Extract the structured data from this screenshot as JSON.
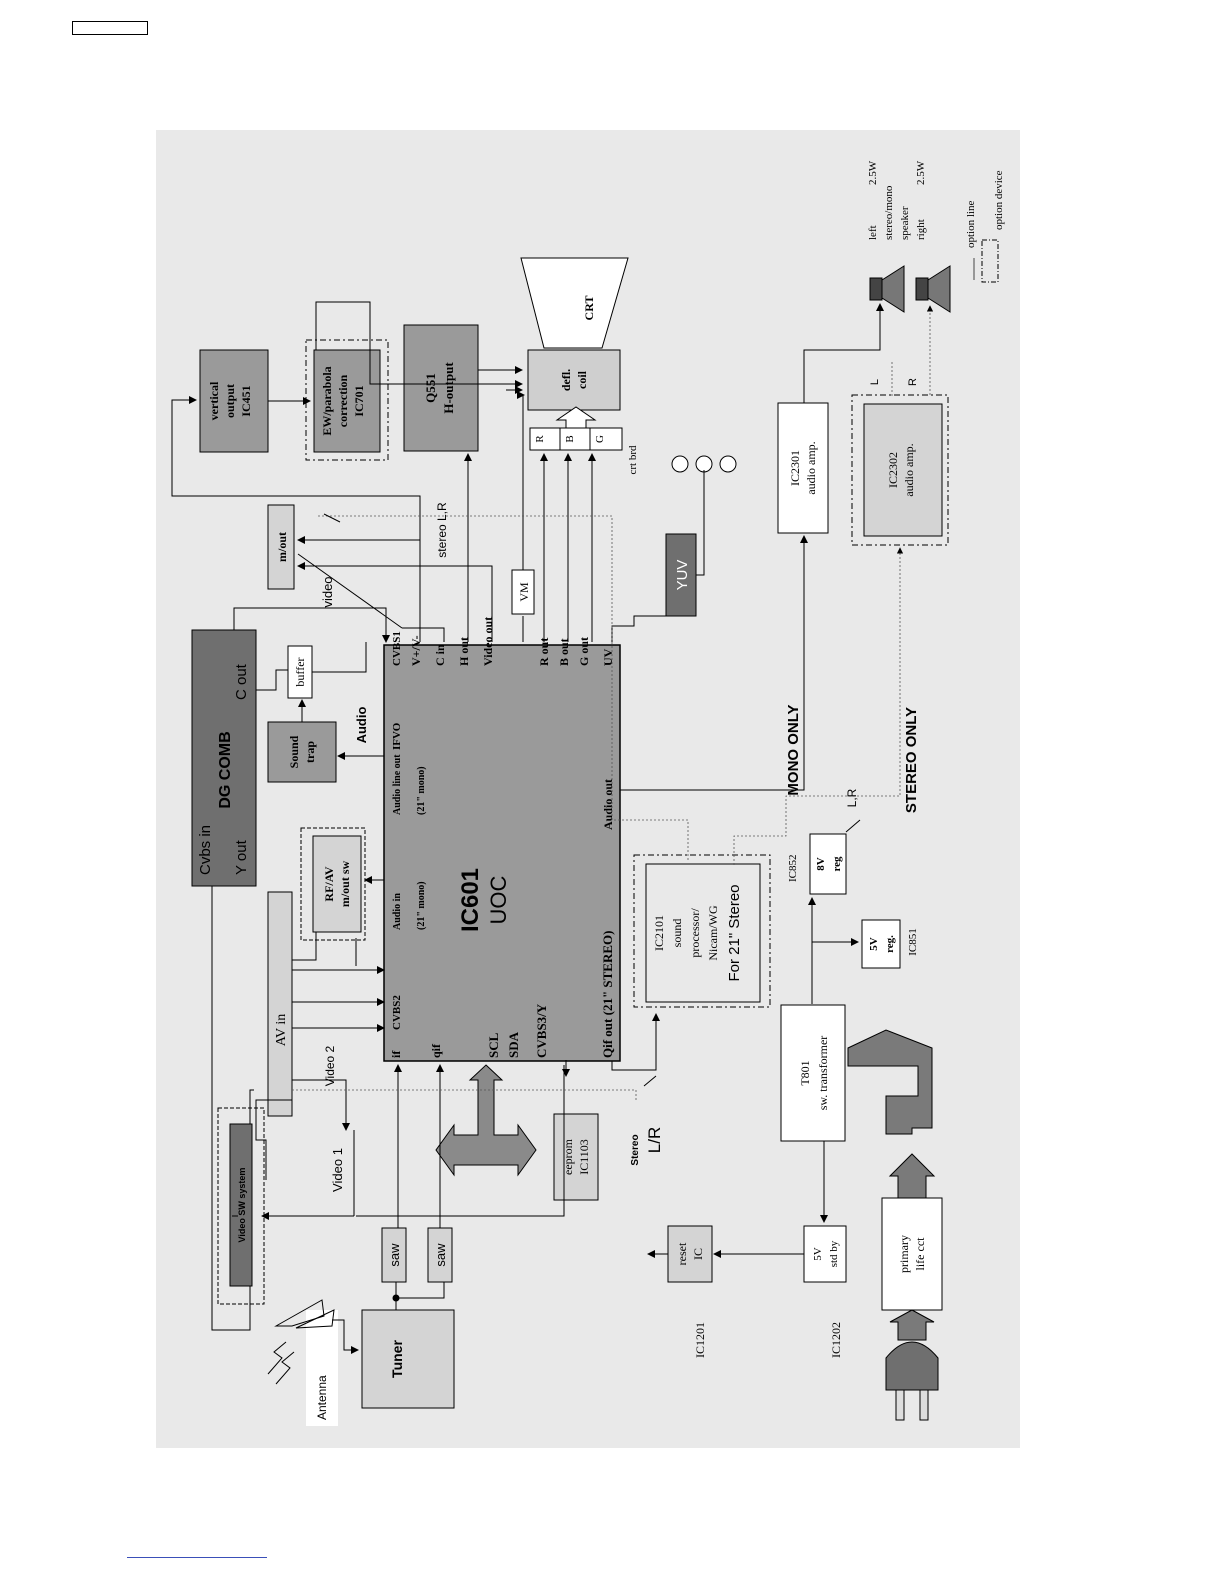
{
  "blocks": {
    "vertical_output": {
      "line1": "vertical",
      "line2": "output",
      "line3": "IC451"
    },
    "ew_correction": {
      "line1": "EW/parabola",
      "line2": "correction",
      "line3": "IC701"
    },
    "h_output": {
      "line1": "Q551",
      "line2": "H-output"
    },
    "crt": "CRT",
    "defl_coil": {
      "line1": "defl.",
      "line2": "coil"
    },
    "crt_board": {
      "r": "R",
      "b": "B",
      "g": "G",
      "label": "crt brd"
    },
    "speaker_left": {
      "line1": "left",
      "line2": "2.5W",
      "line3": "stereo/mono",
      "line4": "speaker",
      "line5": "right",
      "line6": "2.5W"
    },
    "legend": {
      "option_line": "option line",
      "option_device": "option device"
    },
    "m_out": "m/out",
    "dg_comb": {
      "cvbs_in": "Cvbs in",
      "title": "DG COMB",
      "c_out": "C out",
      "y_out": "Y out"
    },
    "buffer": "buffer",
    "sound_trap": {
      "line1": "Sound",
      "line2": "trap"
    },
    "vm": "VM",
    "yuv": "YUV",
    "ic2301": {
      "line1": "IC2301",
      "line2": "audio amp."
    },
    "ic2302": {
      "line1": "IC2302",
      "line2": "audio amp."
    },
    "ic601": {
      "title": "IC601",
      "subtitle": "UOC",
      "pins_top": [
        "CVBS1",
        "V+/V-",
        "C in",
        "H out",
        "Video out",
        "R out",
        "B out",
        "G out",
        "UV"
      ],
      "ifvo": "IFVO",
      "audio_line_out": "Audio line out",
      "mono21a": "(21\" mono)",
      "audio_in": "Audio in",
      "mono21b": "(21\" mono)",
      "cvbs2": "CVBS2",
      "if": "if",
      "qif": "qif",
      "scl": "SCL",
      "sda": "SDA",
      "cvbs3": "CVBS3/Y",
      "qif_out": "Qif out (21\" STEREO)",
      "audio_out": "Audio out"
    },
    "rfav": {
      "line1": "RF/AV",
      "line2": "m/out  sw"
    },
    "av_in": "AV in",
    "ic2101": {
      "line1": "IC2101",
      "line2": "sound",
      "line3": "processor/",
      "line4": "Nicam/WG",
      "line5": "For 21\" Stereo"
    },
    "ic852": {
      "line1": "IC852",
      "line2": "8V",
      "line3": "reg"
    },
    "ic851": {
      "line1": "5V",
      "line2": "reg.",
      "line3": "IC851"
    },
    "t801": {
      "line1": "T801",
      "line2": "sw. transformer"
    },
    "eeprom": {
      "line1": "eeprom",
      "line2": "IC1103"
    },
    "video_sw": "Video SW system",
    "saw1": "saw",
    "saw2": "saw",
    "tuner": "Tuner",
    "antenna": "Antenna",
    "reset": {
      "line1": "reset",
      "line2": "IC"
    },
    "ic1201": "IC1201",
    "stdby": {
      "line1": "5V",
      "line2": "std by"
    },
    "ic1202": "IC1202",
    "primary": {
      "line1": "primary",
      "line2": "life cct"
    }
  },
  "labels": {
    "video": "video",
    "stereo_lr": "stereo L,R",
    "audio": "Audio",
    "mono_only": "MONO ONLY",
    "stereo_only": "STEREO ONLY",
    "lr": "L,R",
    "l": "L",
    "r": "R",
    "video1": "Video 1",
    "video2": "Video 2",
    "stereo": "Stereo",
    "lr2": "L/R"
  },
  "colors": {
    "dark_block": "#6f6f6f",
    "mid_block": "#9a9a9a",
    "light_block": "#d4d4d4",
    "background": "#e9e9e9"
  }
}
